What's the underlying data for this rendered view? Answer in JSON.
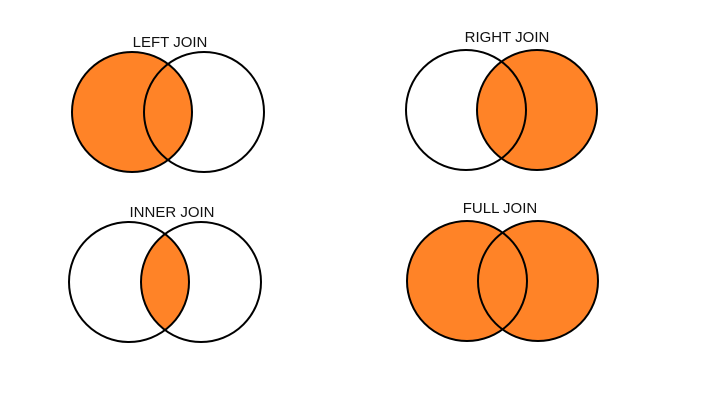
{
  "colors": {
    "highlight": "#FF8327",
    "outline": "#000000",
    "background": "#FFFFFF"
  },
  "panels": [
    {
      "title": "LEFT JOIN",
      "highlight": "left"
    },
    {
      "title": "RIGHT JOIN",
      "highlight": "right"
    },
    {
      "title": "INNER JOIN",
      "highlight": "intersection"
    },
    {
      "title": "FULL JOIN",
      "highlight": "both"
    }
  ]
}
